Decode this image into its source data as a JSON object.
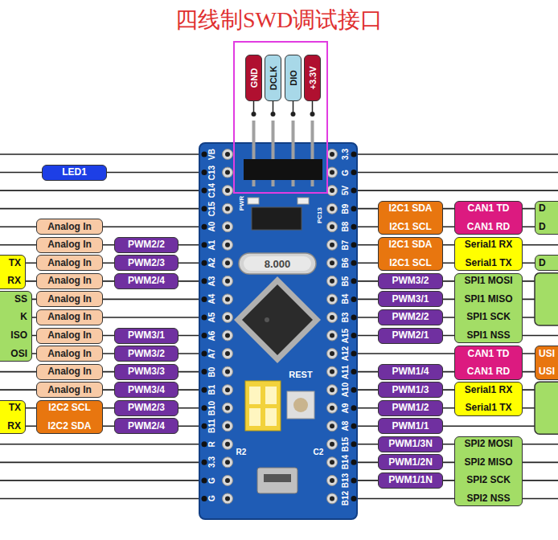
{
  "diagram": {
    "title": "四线制SWD调试接口",
    "nodes": [
      {
        "text": [
          "GND"
        ]
      },
      {
        "text": [
          "DCLK"
        ]
      },
      {
        "text": [
          "DIO"
        ]
      },
      {
        "text": [
          "+3.3V"
        ]
      },
      {
        "text": [
          "LED1"
        ]
      },
      {
        "text": [
          "Analog In"
        ]
      },
      {
        "text": [
          "I2C1 SDA",
          "I2C1 SCL"
        ]
      },
      {
        "text": [
          "CAN1 TD",
          "CAN1 RD"
        ]
      },
      {
        "text": [
          "D",
          "D"
        ]
      },
      {
        "text": [
          "Analog In"
        ]
      },
      {
        "text": [
          "PWM2/2"
        ]
      },
      {
        "text": [
          "I2C1 SDA",
          "I2C1 SCL"
        ]
      },
      {
        "text": [
          "Serial1 RX",
          "Serial1 TX"
        ]
      },
      {
        "text": [
          "TX",
          "RX"
        ]
      },
      {
        "text": [
          "Analog In"
        ]
      },
      {
        "text": [
          "PWM2/3"
        ]
      },
      {
        "text": [
          "D"
        ]
      },
      {
        "text": [
          "Analog In"
        ]
      },
      {
        "text": [
          "PWM2/4"
        ]
      },
      {
        "text": [
          "SS",
          "K",
          "ISO",
          "OSI"
        ]
      },
      {
        "text": [
          "Analog In"
        ]
      },
      {
        "text": [
          "PWM3/2"
        ]
      },
      {
        "text": [
          "SPI1 MOSI",
          "SPI1 MISO",
          "SPI1 SCK",
          "SPI1 NSS"
        ]
      },
      {
        "text": [
          "Analog In"
        ]
      },
      {
        "text": [
          "PWM3/1"
        ]
      },
      {
        "text": [
          "Analog In"
        ]
      },
      {
        "text": [
          "PWM3/1"
        ]
      },
      {
        "text": [
          "PWM2/2"
        ]
      },
      {
        "text": [
          "Analog In"
        ]
      },
      {
        "text": [
          "PWM3/2"
        ]
      },
      {
        "text": [
          "PWM2/1"
        ]
      },
      {
        "text": [
          "CAN1 TD",
          "CAN1 RD"
        ]
      },
      {
        "text": [
          "USI",
          "USI"
        ]
      },
      {
        "text": [
          "Analog In"
        ]
      },
      {
        "text": [
          "PWM3/3"
        ]
      },
      {
        "text": [
          "PWM1/4"
        ]
      },
      {
        "text": [
          "Analog In"
        ]
      },
      {
        "text": [
          "PWM3/4"
        ]
      },
      {
        "text": [
          "PWM1/3"
        ]
      },
      {
        "text": [
          "Serial1 RX",
          "Serial1 TX"
        ]
      },
      {
        "text": [
          "TX",
          "RX"
        ]
      },
      {
        "text": [
          "I2C2 SCL",
          "I2C2 SDA"
        ]
      },
      {
        "text": [
          "PWM2/3"
        ]
      },
      {
        "text": [
          "PWM2/4"
        ]
      },
      {
        "text": [
          "PWM1/2"
        ]
      },
      {
        "text": [
          "PWM1/1"
        ]
      },
      {
        "text": [
          "PWM1/3N"
        ]
      },
      {
        "text": [
          "SPI2 MOSI",
          "SPI2 MISO",
          "SPI2 SCK",
          "SPI2 NSS"
        ]
      },
      {
        "text": [
          "PWM1/2N"
        ]
      },
      {
        "text": [
          "PWM1/1N"
        ]
      }
    ],
    "labels": [
      "VB",
      "C13",
      "C14",
      "C15",
      "A0",
      "A1",
      "A2",
      "A3",
      "A4",
      "A5",
      "A6",
      "A7",
      "B0",
      "B1",
      "B10",
      "B11",
      "R",
      "3.3",
      "G",
      "G",
      "3.3",
      "G",
      "5V",
      "B9",
      "B8",
      "B7",
      "B6",
      "B5",
      "B4",
      "B3",
      "A15",
      "A12",
      "A11",
      "A10",
      "A9",
      "A8",
      "B15",
      "B14",
      "B13",
      "B12",
      "PWR",
      "PC13",
      "8.000",
      "REST",
      "R2",
      "C2"
    ]
  }
}
